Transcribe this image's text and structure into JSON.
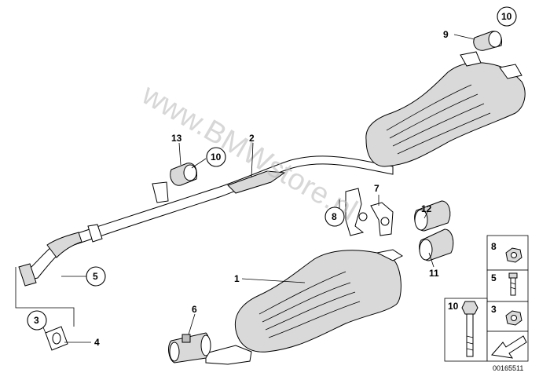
{
  "diagram": {
    "watermark": "www.BMWstore.pl",
    "drawing_code": "00165511",
    "callouts": {
      "c1": "1",
      "c2": "2",
      "c3": "3",
      "c4": "4",
      "c5": "5",
      "c6": "6",
      "c7": "7",
      "c8": "8",
      "c9": "9",
      "c10_top": "10",
      "c10_mid": "10",
      "c11": "11",
      "c12": "12",
      "c13": "13"
    },
    "legend": {
      "item8": "8",
      "item5": "5",
      "item10": "10",
      "item3": "3"
    }
  }
}
